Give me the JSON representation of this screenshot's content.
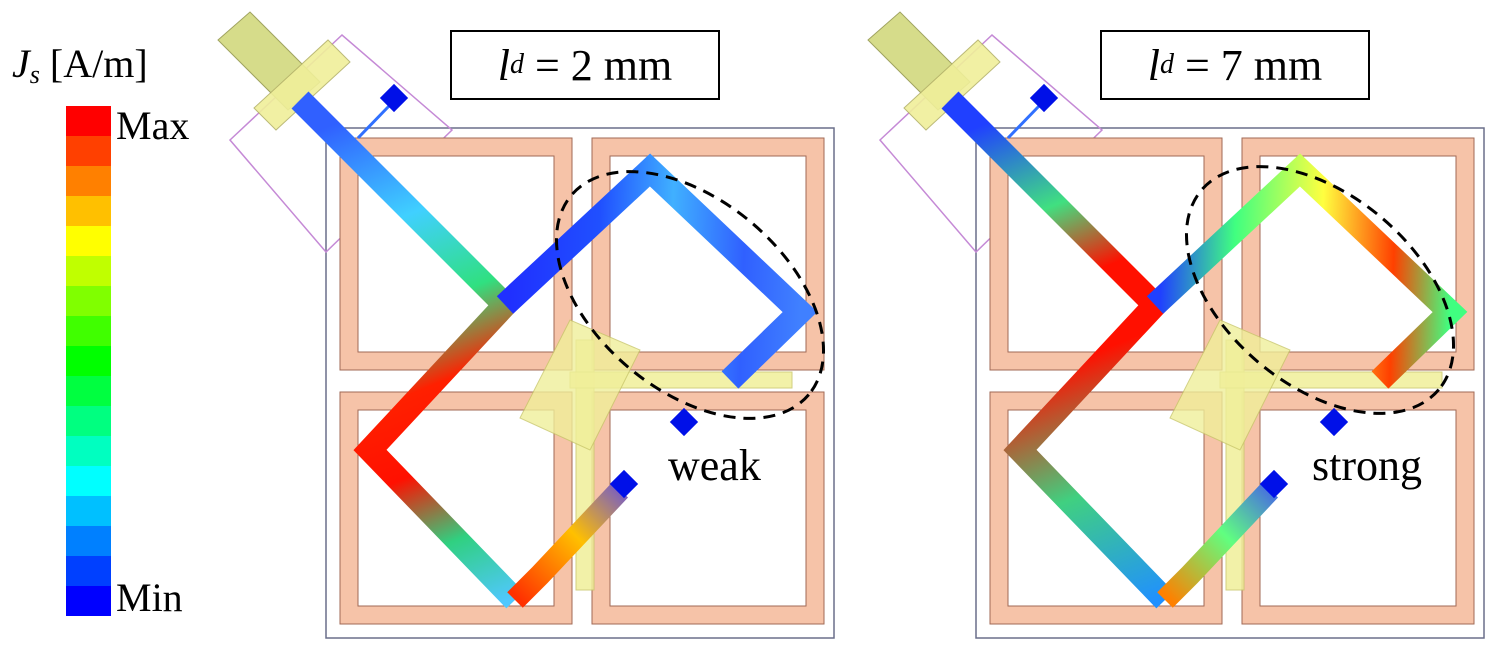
{
  "legend": {
    "symbol": "J",
    "subscript": "s",
    "unit": "[A/m]",
    "max_label": "Max",
    "min_label": "Min",
    "colors": [
      "#ff0000",
      "#ff4000",
      "#ff8000",
      "#ffc000",
      "#ffff00",
      "#c0ff00",
      "#80ff00",
      "#40ff00",
      "#00ff00",
      "#00ff40",
      "#00ff80",
      "#00ffc0",
      "#00ffff",
      "#00c0ff",
      "#0080ff",
      "#0040ff",
      "#0000ff"
    ]
  },
  "panels": [
    {
      "param_symbol": "l",
      "param_sub": "d",
      "param_value": "= 2 mm",
      "annotation": "weak"
    },
    {
      "param_symbol": "l",
      "param_sub": "d",
      "param_value": "= 7 mm",
      "annotation": "strong"
    }
  ],
  "colors": {
    "ring_fill": "#f6c3a8",
    "ring_stroke": "#a06a56",
    "feed_yellow": "#f0ef9a",
    "connector": "#d6dc8a",
    "outline_purple": "#c58ad6",
    "pad_blue": "#0010e8",
    "board_outline": "#6a6f8a"
  }
}
